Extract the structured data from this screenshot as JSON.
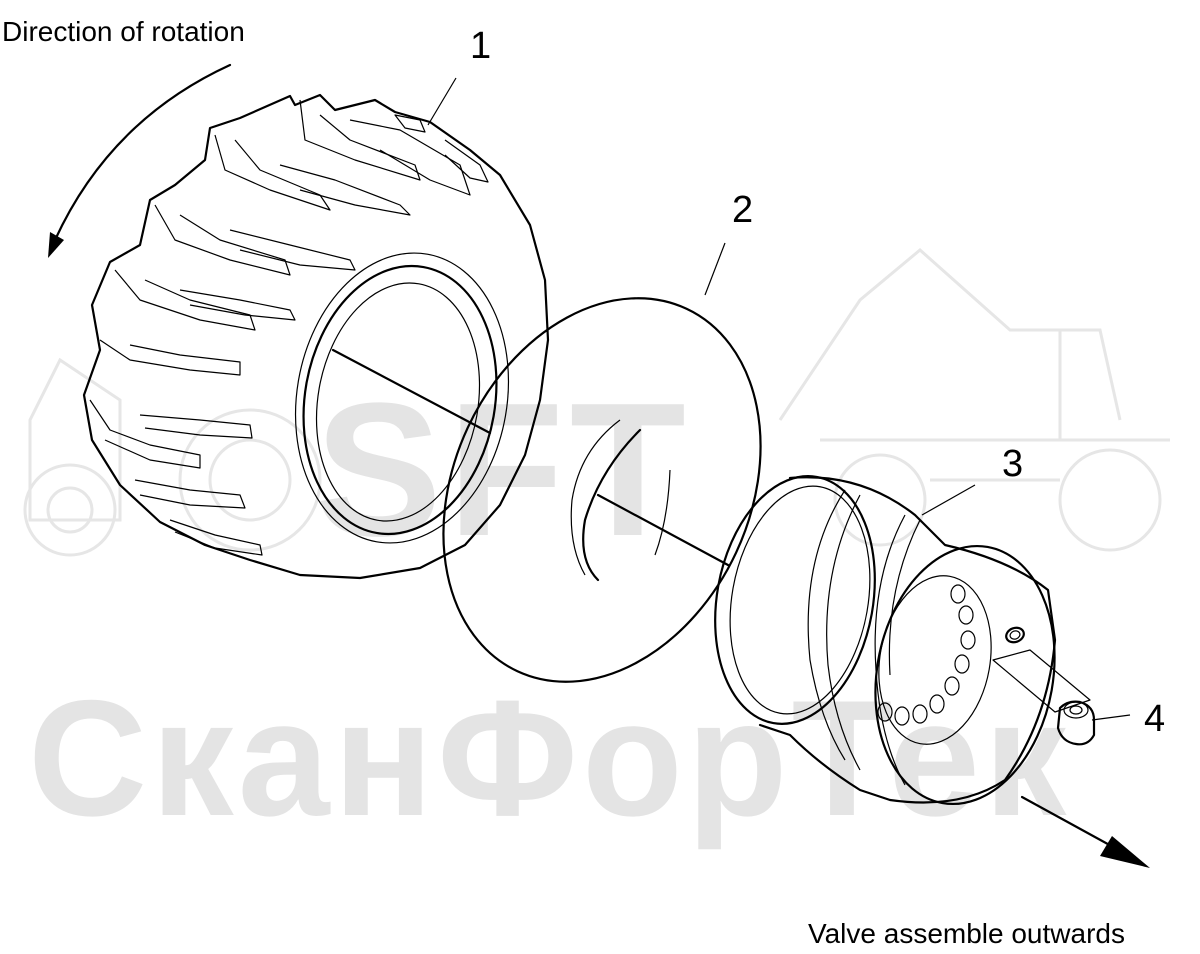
{
  "labels": {
    "direction_of_rotation": "Direction of rotation",
    "valve_note": "Valve assemble outwards",
    "callout_1": "1",
    "callout_2": "2",
    "callout_3": "3",
    "callout_4": "4"
  },
  "watermark": {
    "logo_text": "SFT",
    "company_text": "СканФорТек",
    "color": "#e4e4e4"
  },
  "colors": {
    "line": "#000000",
    "background": "#ffffff"
  },
  "icons": {
    "rotation": "curved-arrow-icon",
    "direction": "straight-arrow-icon"
  }
}
